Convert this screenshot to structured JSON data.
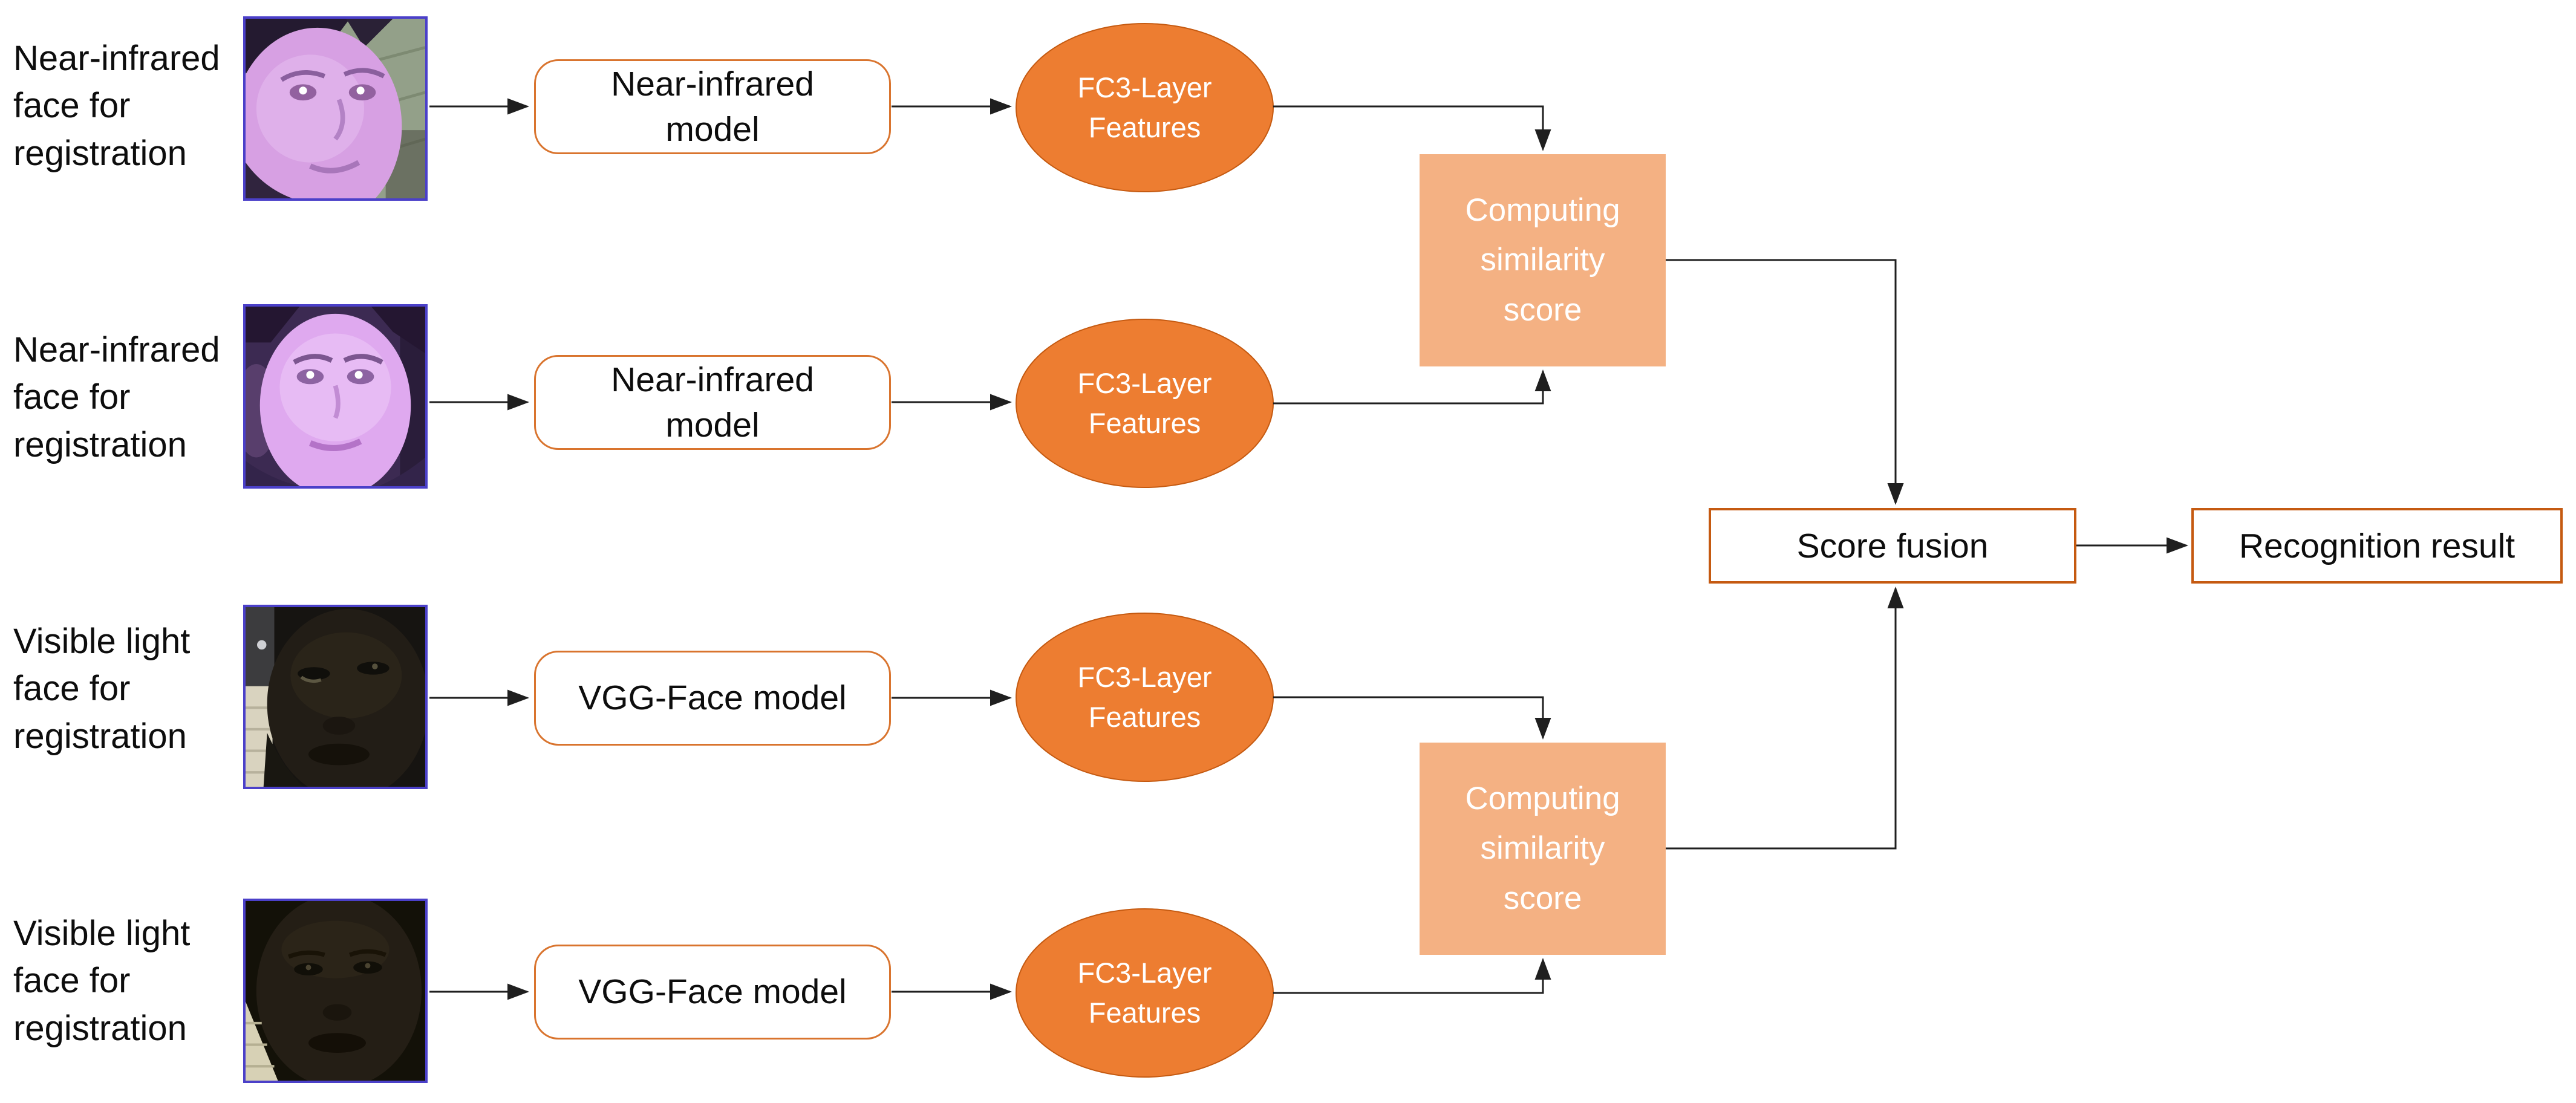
{
  "diagram": {
    "rows": [
      {
        "input_label": "Near-infrared\nface for\nregistration",
        "photo_name": "near-infrared-face-photo-1",
        "model_label": "Near-infrared\nmodel",
        "features_label": "FC3-Layer\nFeatures"
      },
      {
        "input_label": "Near-infrared\nface for\nregistration",
        "photo_name": "near-infrared-face-photo-2",
        "model_label": "Near-infrared\nmodel",
        "features_label": "FC3-Layer\nFeatures"
      },
      {
        "input_label": "Visible light\nface for\nregistration",
        "photo_name": "visible-light-face-photo-1",
        "model_label": "VGG-Face model",
        "features_label": "FC3-Layer\nFeatures"
      },
      {
        "input_label": "Visible light\nface for\nregistration",
        "photo_name": "visible-light-face-photo-2",
        "model_label": "VGG-Face model",
        "features_label": "FC3-Layer\nFeatures"
      }
    ],
    "similarity_boxes": [
      {
        "label": "Computing\nsimilarity\nscore"
      },
      {
        "label": "Computing\nsimilarity\nscore"
      }
    ],
    "fusion_label": "Score fusion",
    "result_label": "Recognition result",
    "colors": {
      "feature_ellipse_fill": "#ed7d31",
      "similarity_box_fill": "#f4b183",
      "outline_orange": "#c55a11",
      "model_box_border": "#d9742e",
      "connector_black": "#1f1f1f",
      "text_black": "#0d0d0d",
      "text_white": "#ffffff"
    }
  }
}
